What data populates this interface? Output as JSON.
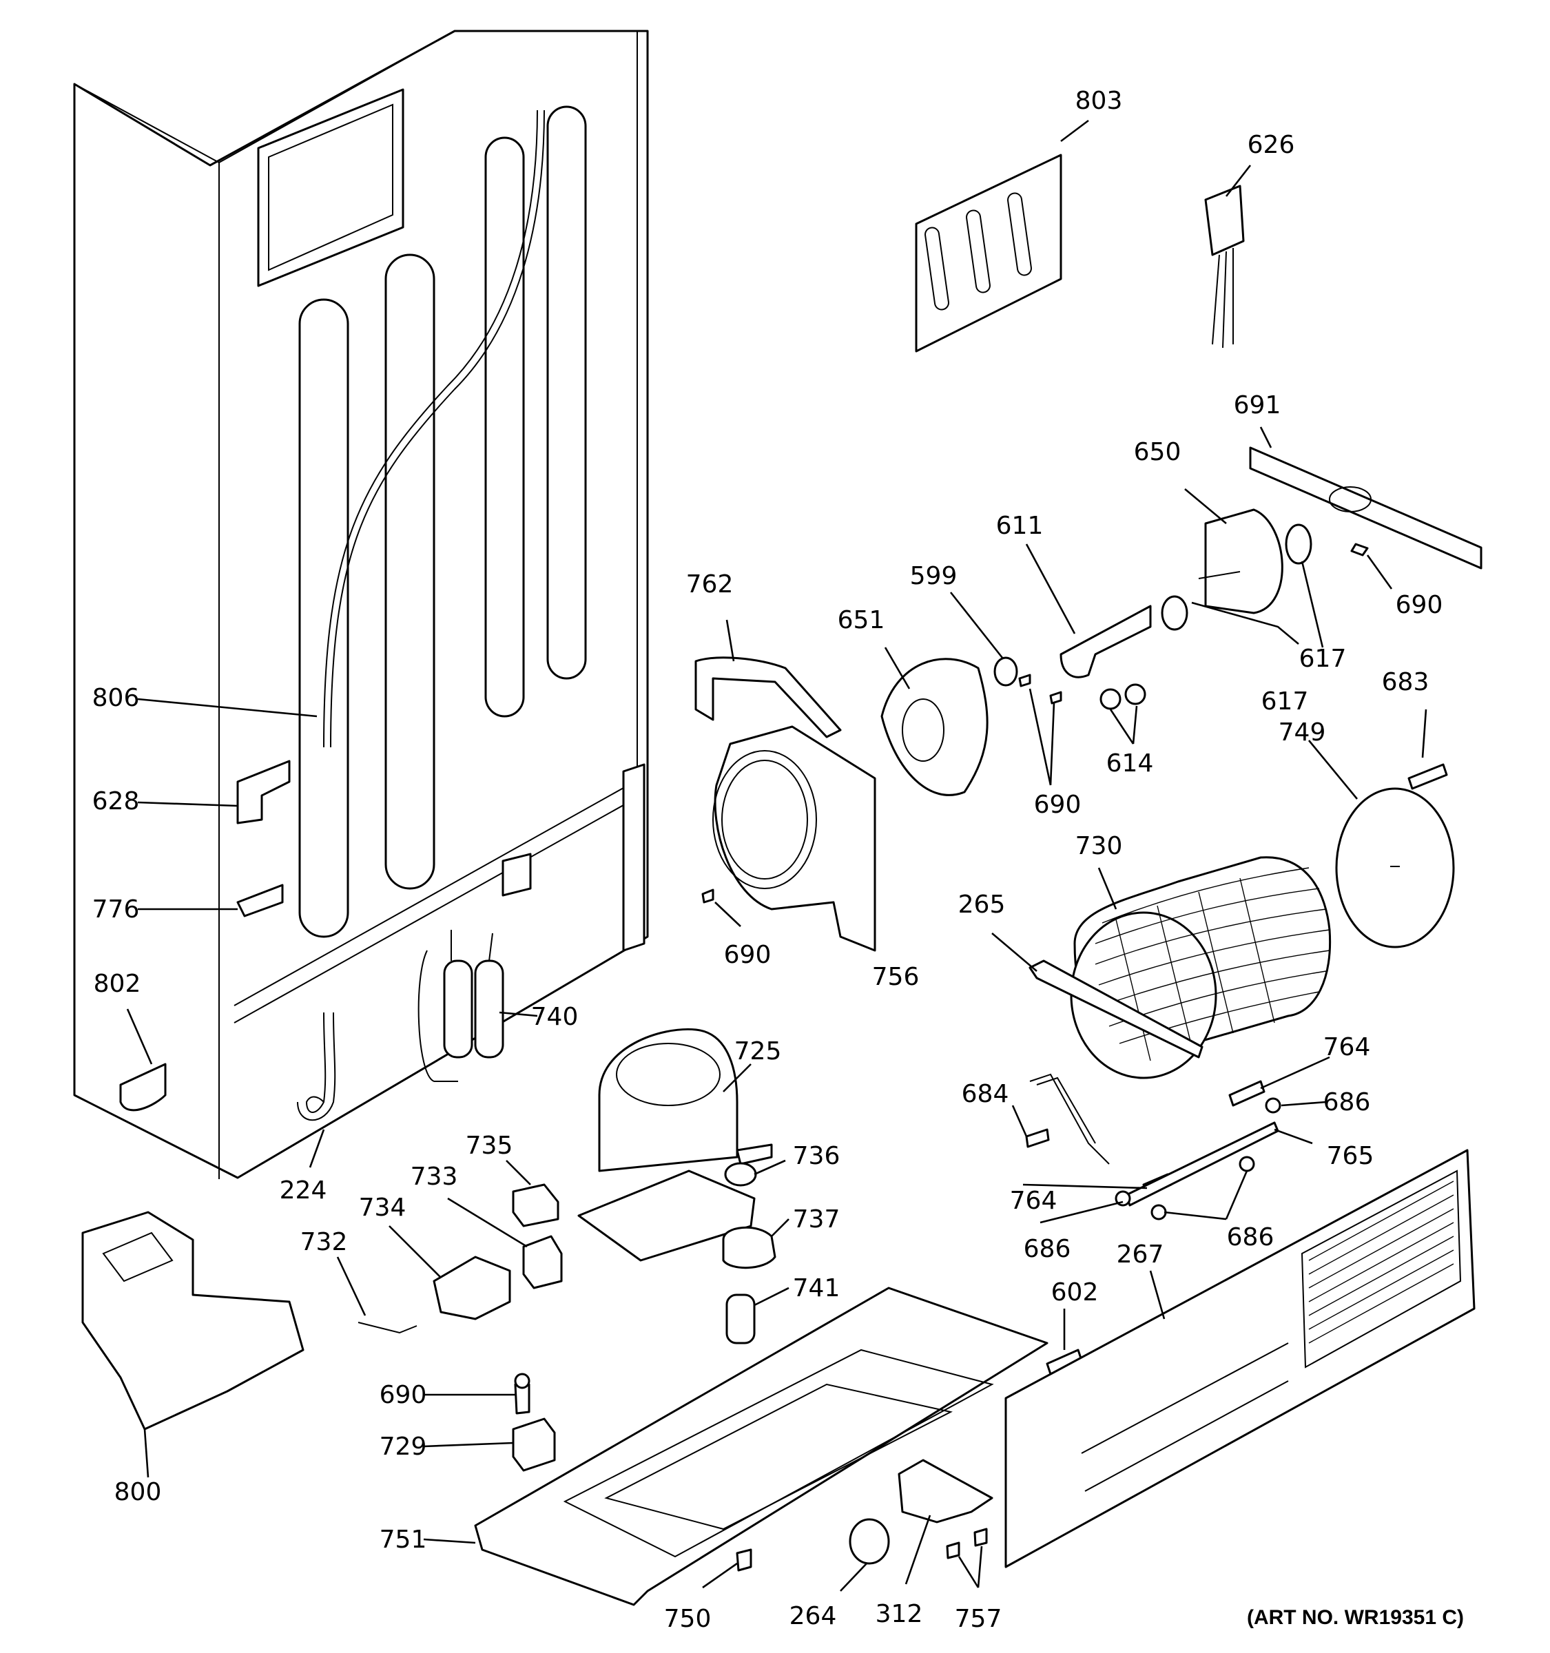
{
  "art_number": "(ART NO. WR19351 C)",
  "callouts": [
    "803",
    "626",
    "691",
    "650",
    "611",
    "599",
    "651",
    "762",
    "617",
    "690",
    "614",
    "683",
    "749",
    "806",
    "628",
    "776",
    "802",
    "730",
    "265",
    "756",
    "740",
    "725",
    "764",
    "686",
    "684",
    "765",
    "224",
    "735",
    "736",
    "733",
    "734",
    "737",
    "732",
    "741",
    "602",
    "267",
    "729",
    "751",
    "800",
    "750",
    "264",
    "312",
    "757"
  ]
}
